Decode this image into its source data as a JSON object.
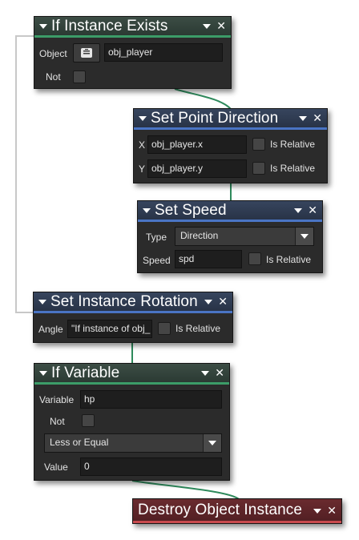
{
  "colors": {
    "canvas": "#ffffff",
    "node_body": "#2b2b2b",
    "green_accent": "#3c9c68",
    "blue_accent": "#4a74c4",
    "red_accent": "#c84a4e",
    "connector": "#c8c8c8"
  },
  "if_instance_exists": {
    "title": "If Instance Exists",
    "object_label": "Object",
    "object_icon": "object-icon",
    "object_value": "obj_player",
    "not_label": "Not"
  },
  "set_point_direction": {
    "title": "Set Point Direction",
    "x_label": "X",
    "x_value": "obj_player.x",
    "x_relative": "Is Relative",
    "y_label": "Y",
    "y_value": "obj_player.y",
    "y_relative": "Is Relative"
  },
  "set_speed": {
    "title": "Set Speed",
    "type_label": "Type",
    "type_value": "Direction",
    "speed_label": "Speed",
    "speed_value": "spd",
    "relative_label": "Is Relative"
  },
  "set_instance_rotation": {
    "title": "Set Instance Rotation",
    "angle_label": "Angle",
    "angle_value": "\"If instance of obj_",
    "relative_label": "Is Relative"
  },
  "if_variable": {
    "title": "If Variable",
    "variable_label": "Variable",
    "variable_value": "hp",
    "not_label": "Not",
    "comparison_value": "Less or Equal",
    "value_label": "Value",
    "value_value": "0"
  },
  "destroy_instance": {
    "title": "Destroy Object Instance"
  }
}
